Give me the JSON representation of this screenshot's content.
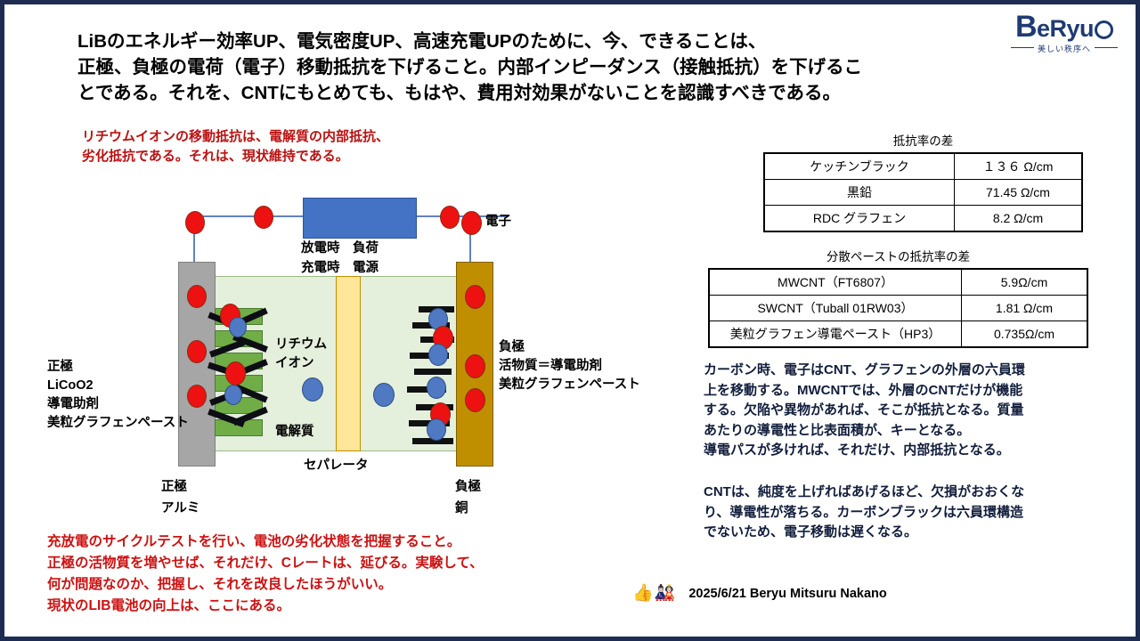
{
  "logo": {
    "brand_pre": "B",
    "brand_rest": "eRyu",
    "tagline": "美しい秩序へ"
  },
  "headline": "LiBのエネルギー効率UP、電気密度UP、高速充電UPのために、今、できることは、\n正極、負極の電荷（電子）移動抵抗を下げること。内部インピーダンス（接触抵抗）を下げるこ\nとである。それを、CNTにもとめても、もはや、費用対効果がないことを認識すべきである。",
  "red_note_top": "リチウムイオンの移動抵抗は、電解質の内部抵抗、\n劣化抵抗である。それは、現状維持である。",
  "red_note_bottom": "充放電のサイクルテストを行い、電池の劣化状態を把握すること。\n正極の活物質を増やせば、それだけ、Cレートは、延びる。実験して、\n何が問題なのか、把握し、それを改良したほうがいい。\n現状のLIB電池の向上は、ここにある。",
  "table_resistivity": {
    "title": "抵抗率の差",
    "rows": [
      {
        "name": "ケッチンブラック",
        "value": "１３６ Ω/cm"
      },
      {
        "name": "黒鉛",
        "value": "71.45 Ω/cm"
      },
      {
        "name": "RDC グラフェン",
        "value": "8.2 Ω/cm"
      }
    ]
  },
  "table_paste": {
    "title": "分散ペーストの抵抗率の差",
    "rows": [
      {
        "name": "MWCNT（FT6807）",
        "value": "5.9Ω/cm"
      },
      {
        "name": "SWCNT（Tuball 01RW03）",
        "value": "1.81 Ω/cm"
      },
      {
        "name": "美粒グラフェン導電ペースト（HP3）",
        "value": "0.735Ω/cm"
      }
    ]
  },
  "blue_note_1": "カーボン時、電子はCNT、グラフェンの外層の六員環\n上を移動する。MWCNTでは、外層のCNTだけが機能\nする。欠陥や異物があれば、そこが抵抗となる。質量\nあたりの導電性と比表面積が、キーとなる。\n導電パスが多ければ、それだけ、内部抵抗となる。",
  "blue_note_2": "CNTは、純度を上げればあげるほど、欠損がおおくな\nり、導電性が落ちる。カーボンブラックは六員環構造\nでないため、電子移動は遅くなる。",
  "footer": {
    "emoji": "👍🎎",
    "credit": "2025/6/21 Beryu Mitsuru Nakano"
  },
  "diagram": {
    "load_caption": "放電時　負荷\n充電時　電源",
    "electron_label": "電子",
    "cathode_label": "正極\nLiCoO2\n導電助剤\n美粒グラフェンペースト",
    "anode_label": "負極\n活物質＝導電助剤\n美粒グラフェンペースト",
    "lithium_ion_label": "リチウム\nイオン",
    "electrolyte_label": "電解質",
    "separator_label": "セパレータ",
    "cathode_bottom_label": "正極\nアルミ",
    "anode_bottom_label": "負極\n銅"
  },
  "colors": {
    "border": "#1e2c51",
    "brand": "#1f3b73",
    "red_text": "#cc1111",
    "blue_text": "#111d3b",
    "load_box": "#4472c4",
    "cathode_collector": "#a6a6a6",
    "anode_collector": "#bf8f00",
    "electrolyte": "#e4efdc",
    "separator": "#ffe699",
    "active_material": "#70ad47",
    "electron_dot": "#ee1111",
    "lithium_dot": "#4f79c2"
  }
}
